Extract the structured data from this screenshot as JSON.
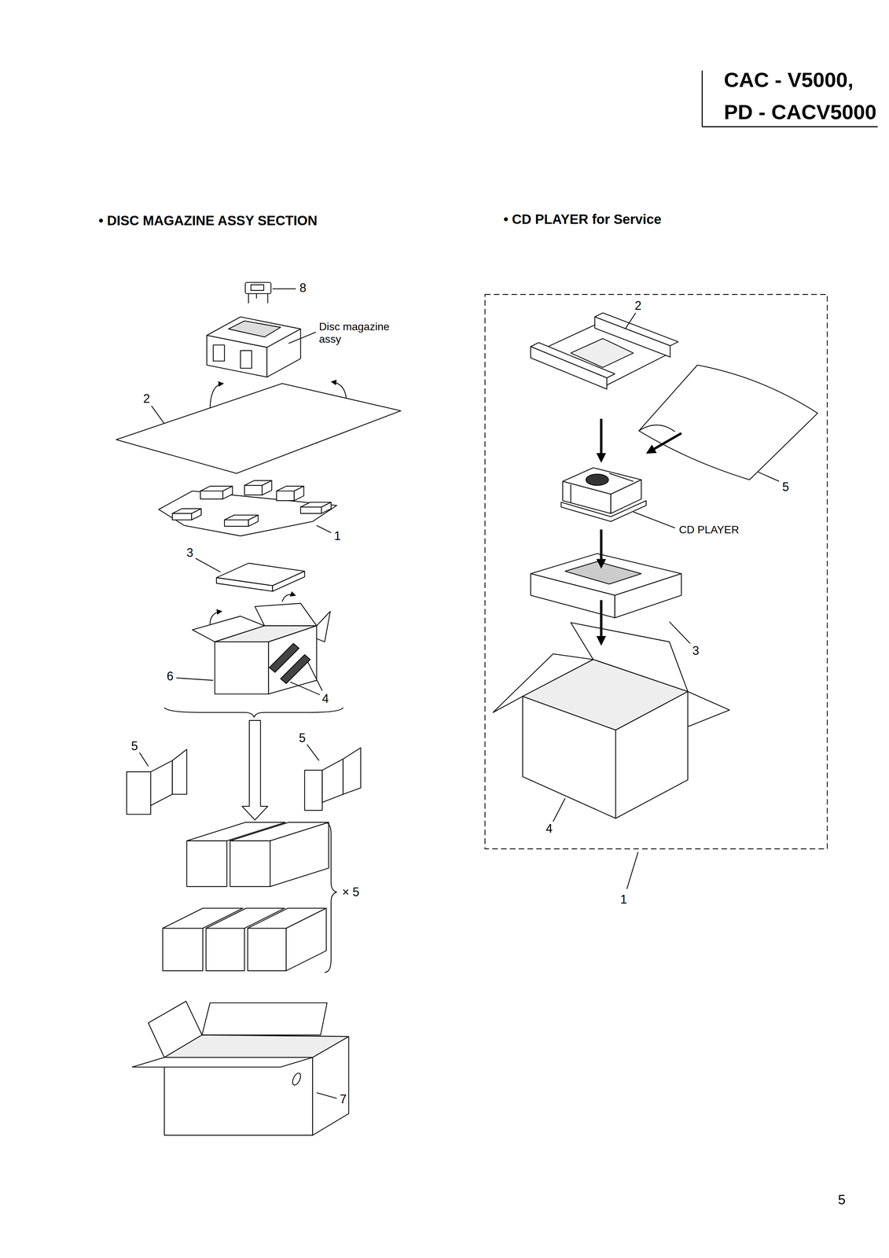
{
  "diagram": {
    "title": "CAC - V5000, PD - CACV5000",
    "labels": [
      "• DISC MAGAZINE ASSY SECTION",
      "• CD PLAYER for Service",
      "8",
      "Disc magazine assy",
      "2",
      "1",
      "3",
      "6",
      "4",
      "5",
      "5",
      "× 5",
      "7",
      "2",
      "5",
      "CD PLAYER",
      "3",
      "4",
      "1",
      "5"
    ]
  }
}
